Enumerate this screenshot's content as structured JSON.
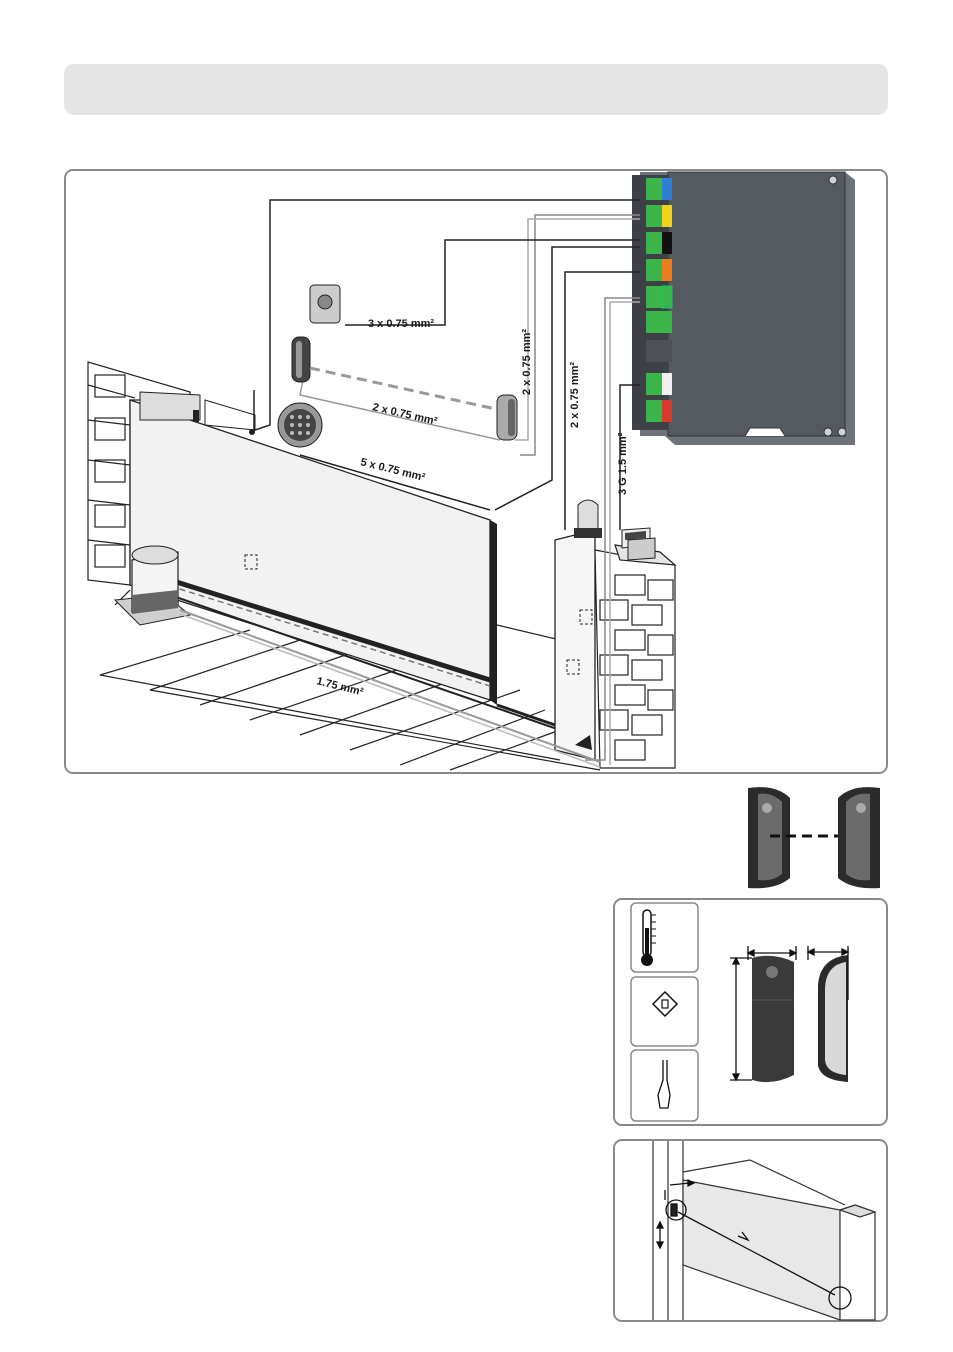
{
  "wiring": {
    "cable_photocell": "3 x 0.75 mm²",
    "cable_orange_lamp": "2 x 0.75 mm²",
    "cable_photocells_pair": "2 x 0.75 mm²",
    "cable_keypad": "5 x 0.75 mm²",
    "cable_lamp": "2 x 0.75 mm²",
    "cable_mains": "3 G 1.5 mm²",
    "cable_motor": "1.75 mm²"
  },
  "colors": {
    "panel_border": "#8a8a8a",
    "header_bg": "#e6e6e6",
    "control_box": "#555a60",
    "terminal_green": "#3bb54a",
    "gate_fill": "#f2f2f2"
  }
}
